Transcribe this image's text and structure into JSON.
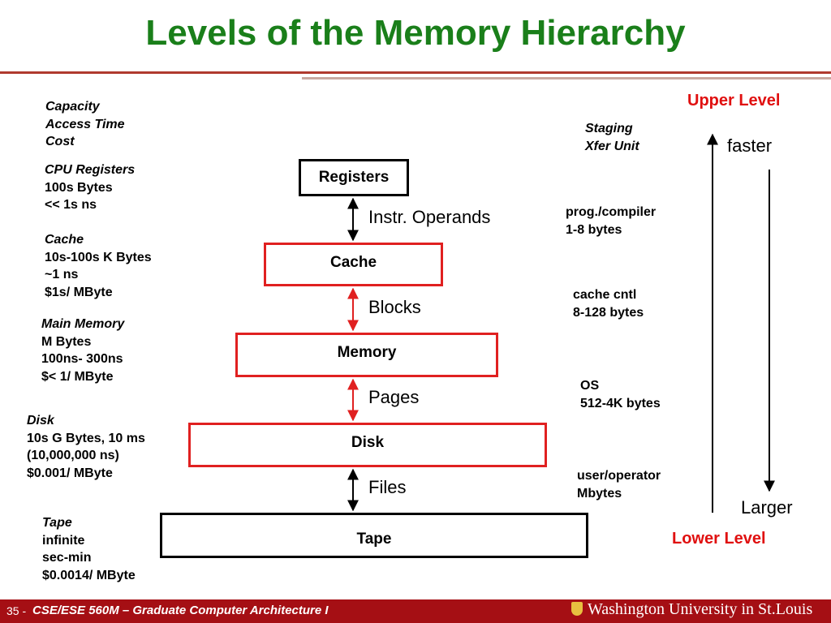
{
  "title": "Levels of the Memory Hierarchy",
  "header_labels": [
    "Capacity",
    "Access Time",
    "Cost"
  ],
  "levels": [
    {
      "name": "CPU Registers",
      "details": [
        "100s Bytes",
        "<< 1s ns"
      ],
      "box_label": "Registers"
    },
    {
      "name": "Cache",
      "details": [
        "10s-100s K Bytes",
        "~1 ns",
        "$1s/ MByte"
      ],
      "box_label": "Cache"
    },
    {
      "name": "Main Memory",
      "details": [
        "M Bytes",
        "100ns- 300ns",
        "$< 1/ MByte"
      ],
      "box_label": "Memory"
    },
    {
      "name": "Disk",
      "details": [
        "10s G Bytes, 10 ms",
        "(10,000,000 ns)",
        "$0.001/ MByte"
      ],
      "box_label": "Disk"
    },
    {
      "name": "Tape",
      "details": [
        "infinite",
        "sec-min",
        "$0.0014/ MByte"
      ],
      "box_label": "Tape"
    }
  ],
  "transfers": [
    {
      "unit": "Instr. Operands",
      "manager": "prog./compiler",
      "size": "1-8 bytes"
    },
    {
      "unit": "Blocks",
      "manager": "cache cntl",
      "size": "8-128 bytes"
    },
    {
      "unit": "Pages",
      "manager": "OS",
      "size": "512-4K bytes"
    },
    {
      "unit": "Files",
      "manager": "user/operator",
      "size": "Mbytes"
    }
  ],
  "staging_header": [
    "Staging",
    "Xfer Unit"
  ],
  "upper_level": "Upper Level",
  "lower_level": "Lower Level",
  "faster": "faster",
  "larger": "Larger",
  "footer": {
    "slide_number": "35 -",
    "course": "CSE/ESE 560M – Graduate Computer Architecture I",
    "institution": "Washington University in St.Louis"
  },
  "colors": {
    "title": "#1a7f1a",
    "accent_red": "#e02020",
    "footer_bg": "#a50f14"
  }
}
